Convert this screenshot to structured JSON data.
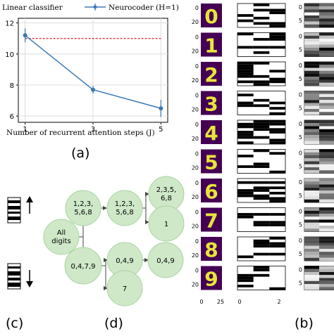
{
  "chart_data": {
    "type": "line",
    "xlabel": "Number of recurrent attention steps (J)",
    "x": [
      1,
      3,
      5
    ],
    "series": [
      {
        "name": "Neurocoder (H=1)",
        "values": [
          11.2,
          7.7,
          6.5
        ],
        "errors": [
          0.45,
          0.25,
          0.55
        ],
        "color": "#3a78b5"
      },
      {
        "name": "Linear classifier",
        "constant": 11.0,
        "color": "#e02020"
      }
    ],
    "xlim": [
      0.8,
      5.2
    ],
    "ylim": [
      5.6,
      12.3
    ],
    "yticks": [
      6,
      8,
      10,
      12
    ],
    "xticks": [
      1,
      3,
      5
    ]
  },
  "labels": {
    "a": "(a)",
    "b": "(b)",
    "c": "(c)",
    "d": "(d)"
  },
  "digits": [
    "0",
    "1",
    "2",
    "3",
    "4",
    "5",
    "6",
    "7",
    "8",
    "9"
  ],
  "mnist_axis": {
    "y": [
      "0",
      "20"
    ],
    "x": [
      "0",
      "25"
    ]
  },
  "binary_axis": {
    "x": [
      "0",
      "2"
    ]
  },
  "gray_axis": {
    "y": [
      "0",
      "5"
    ]
  },
  "tree": {
    "root": "All digits",
    "n1": "1,2,3, 5,6,8",
    "n2": "1,2,3, 5,6,8",
    "n3": "2,3,5, 6,8",
    "n4": "1",
    "n5": "0,4,7,9",
    "n6": "0,4,9",
    "n7": "0,4,9",
    "n8": "7"
  }
}
